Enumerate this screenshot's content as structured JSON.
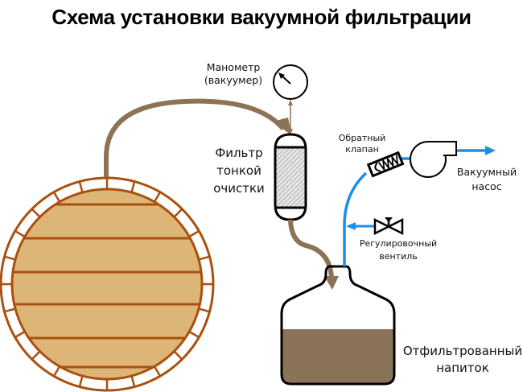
{
  "title": "Схема установки вакуумной фильтрации",
  "labels": {
    "manometer_line1": "Манометр",
    "manometer_line2": "(вакуумер)",
    "filter_line1": "Фильтр",
    "filter_line2": "тонкой",
    "filter_line3": "очистки",
    "check_valve_line1": "Обратный",
    "check_valve_line2": "клапан",
    "pump_line1": "Вакуумный",
    "pump_line2": "насос",
    "control_valve_line1": "Регулировочный",
    "control_valve_line2": "вентиль",
    "product_line1": "Отфильтрованный",
    "product_line2": "напиток"
  },
  "colors": {
    "barrel_fill": "#ddb677",
    "barrel_stroke": "#a9500f",
    "liquid_pipe": "#8c7355",
    "vacuum_pipe": "#1a8fe8",
    "filtered_liquid": "#8b7358",
    "outline": "#000000"
  }
}
